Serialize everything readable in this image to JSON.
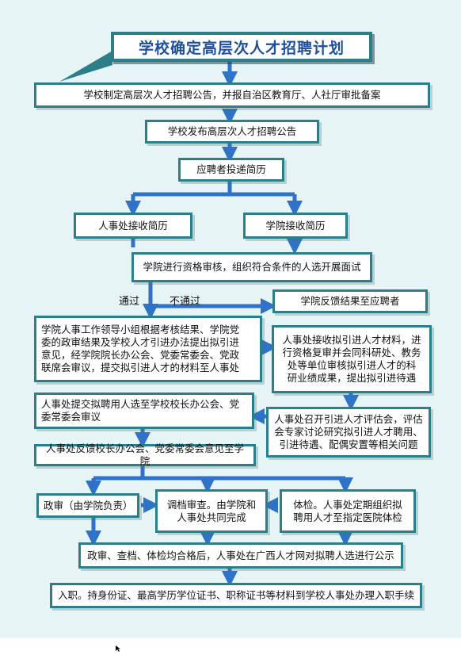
{
  "flowchart": {
    "title": "学校确定高层次人才招聘计划",
    "steps": {
      "s1": "学校制定高层次人才招聘公告，并报自治区教育厅、人社厅审批备案",
      "s2": "学校发布高层次人才招聘公告",
      "s3": "应聘者投递简历",
      "s4a": "人事处接收简历",
      "s4b": "学院接收简历",
      "s5": "学院进行资格审核，组织符合条件的人选开展面试",
      "s6_fail": "学院反馈结果至应聘者",
      "s7": "学院人事工作领导小组根据考核结果、学院党\n委的政审结果及学校人才引进办法提出拟引进\n意见，经学院院长办公会、党委常委会、党政\n联席会审议，提交拟引进人才的材料至人事处",
      "s8": "人事处接收拟引进人才材料，进\n行资格复审并会同科研处、教务\n处等单位审核拟引进人才的科\n研业绩成果，提出拟引进待遇",
      "s9": "人事处召开引进人才评估会，评估\n会专家讨论研究拟引进人才聘用、\n引进待遇、配偶安置等相关问题",
      "s10": "人事处提交拟聘用人选至学校校长办公会、党\n委常委会审议",
      "s11": "人事处反馈校长办公会、党委常委会意见至学院",
      "s12a": "政审（由学院负责）",
      "s12b": "调档审查。由学院和\n人事处共同完成",
      "s12c": "体检。人事处定期组织拟\n聘用人才至指定医院体检",
      "s13": "政审、查档、体检均合格后，人事处在广西人才网对拟聘人选进行公示",
      "s14": "入职。持身份证、最高学历学位证书、职称证书等材料到学校人事处办理入职手续"
    },
    "labels": {
      "pass": "通过",
      "fail": "不通过"
    },
    "colors": {
      "border": "#2b7f8a",
      "arrow": "#2f73c9",
      "background": "#e6f4f5",
      "title_text": "#1e4f9e"
    }
  }
}
